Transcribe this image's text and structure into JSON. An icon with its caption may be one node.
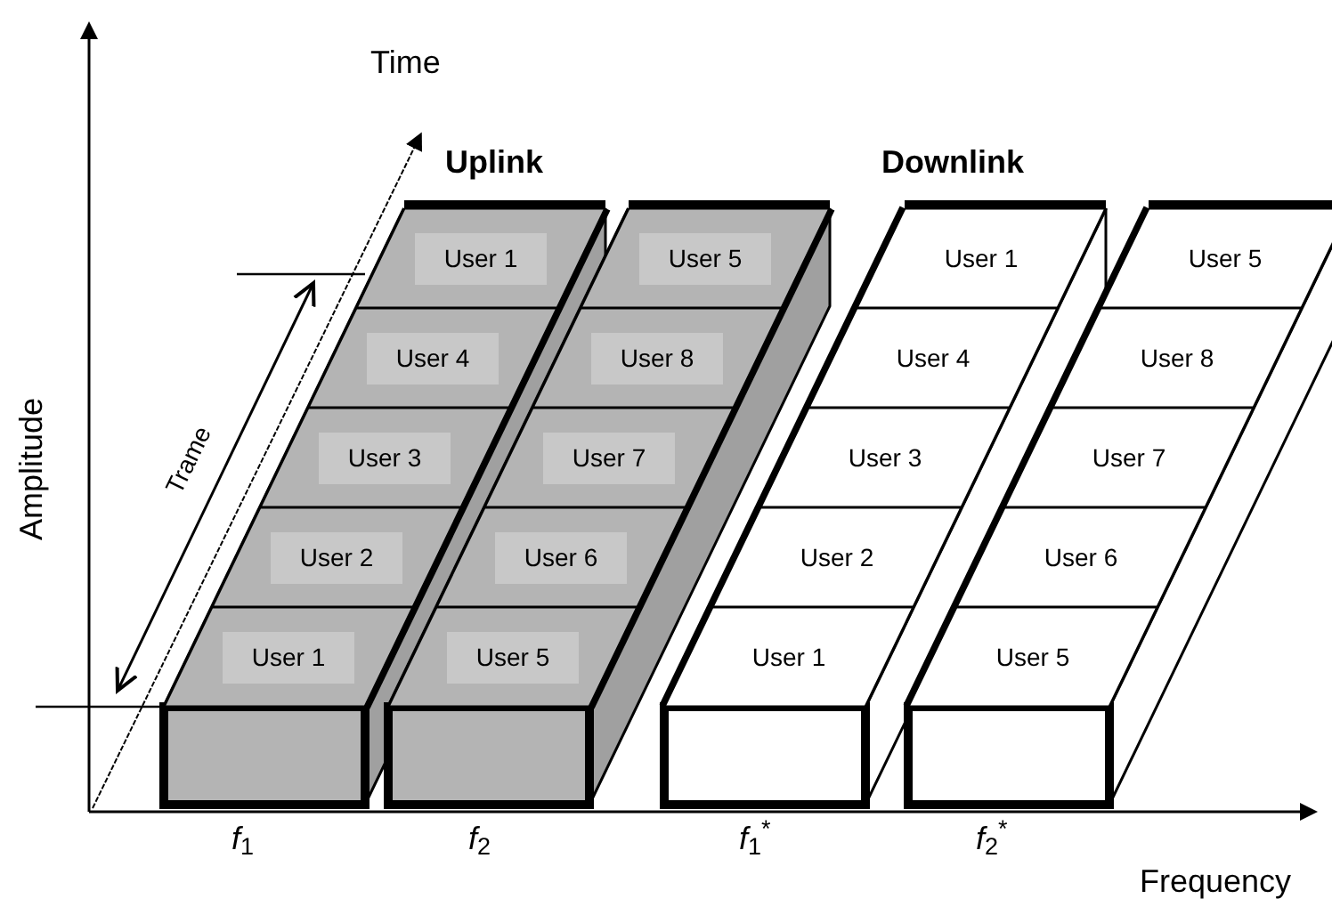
{
  "diagram": {
    "nodes": [
      {
        "text": [
          "User 1"
        ]
      },
      {
        "text": [
          "User 4"
        ]
      },
      {
        "text": [
          "User 3"
        ]
      },
      {
        "text": [
          "User 2"
        ]
      },
      {
        "text": [
          "User 1"
        ]
      },
      {
        "text": [
          "User 5"
        ]
      },
      {
        "text": [
          "User 8"
        ]
      },
      {
        "text": [
          "User 7"
        ]
      },
      {
        "text": [
          "User 6"
        ]
      },
      {
        "text": [
          "User 5"
        ]
      },
      {
        "text": [
          "User 1"
        ]
      },
      {
        "text": [
          "User 4"
        ]
      },
      {
        "text": [
          "User 3"
        ]
      },
      {
        "text": [
          "User 2"
        ]
      },
      {
        "text": [
          "User 1"
        ]
      },
      {
        "text": [
          "User 5"
        ]
      },
      {
        "text": [
          "User 8"
        ]
      },
      {
        "text": [
          "User 7"
        ]
      },
      {
        "text": [
          "User 6"
        ]
      },
      {
        "text": [
          "User 5"
        ]
      }
    ],
    "labels": [
      "Time",
      "Uplink",
      "Downlink",
      "Amplitude",
      "Trame",
      "*f*$_{1}$",
      "*f*$_{2}$",
      "*f*$_{1}$$^{*}$",
      "*f*$_{2}$$^{*}$",
      "Frequency"
    ]
  }
}
